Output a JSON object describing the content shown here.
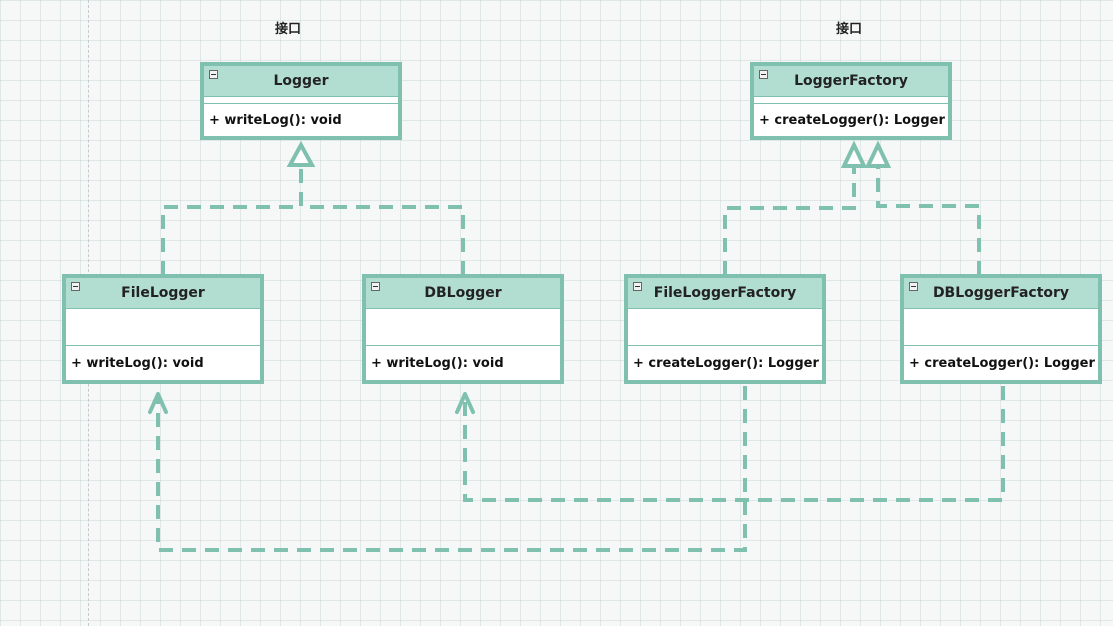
{
  "captions": {
    "logger_interface": "接口",
    "factory_interface": "接口"
  },
  "classes": {
    "logger": {
      "name": "Logger",
      "method": "+ writeLog(): void"
    },
    "logger_factory": {
      "name": "LoggerFactory",
      "method": "+ createLogger(): Logger"
    },
    "file_logger": {
      "name": "FileLogger",
      "method": "+ writeLog(): void"
    },
    "db_logger": {
      "name": "DBLogger",
      "method": "+ writeLog(): void"
    },
    "file_logger_factory": {
      "name": "FileLoggerFactory",
      "method": "+ createLogger(): Logger"
    },
    "db_logger_factory": {
      "name": "DBLoggerFactory",
      "method": "+ createLogger(): Logger"
    }
  },
  "colors": {
    "border": "#7fc0ae",
    "header_fill": "#b2ddd1",
    "connector": "#7fc0ae"
  }
}
